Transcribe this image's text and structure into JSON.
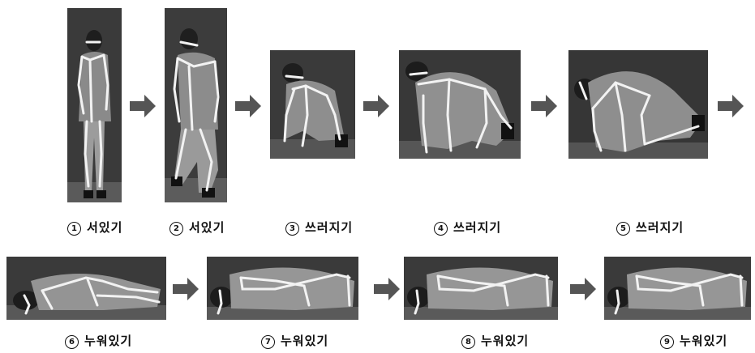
{
  "steps": [
    {
      "number": "1",
      "label": "서있기"
    },
    {
      "number": "2",
      "label": "서있기"
    },
    {
      "number": "3",
      "label": "쓰러지기"
    },
    {
      "number": "4",
      "label": "쓰러지기"
    },
    {
      "number": "5",
      "label": "쓰러지기"
    },
    {
      "number": "6",
      "label": "누워있기"
    },
    {
      "number": "7",
      "label": "누워있기"
    },
    {
      "number": "8",
      "label": "누워있기"
    },
    {
      "number": "9",
      "label": "누워있기"
    }
  ],
  "colors": {
    "arrow": "#555555",
    "photo_dark": "#2a2a2a",
    "skeleton": "#f2f2f2"
  },
  "icons": {
    "arrow": "right-arrow-icon"
  }
}
